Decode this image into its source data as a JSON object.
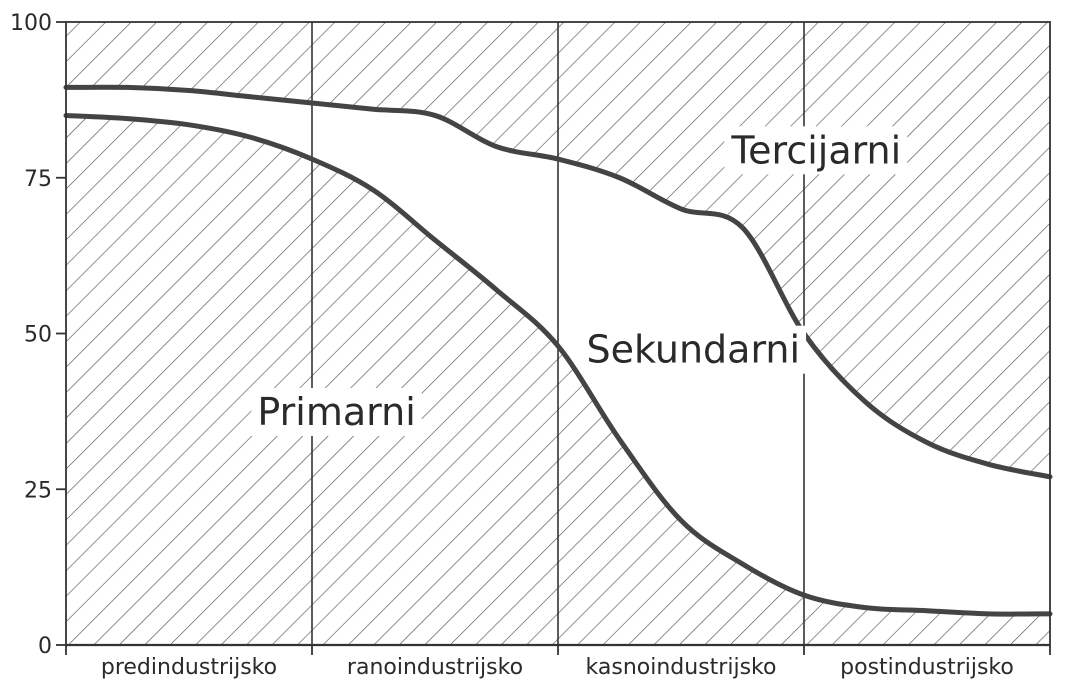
{
  "chart_data": {
    "type": "area",
    "title": "",
    "xlabel": "",
    "ylabel": "",
    "ylim": [
      0,
      100
    ],
    "yticks": [
      0,
      25,
      50,
      75,
      100
    ],
    "categories": [
      "predindustrijsko",
      "ranoindustrijsko",
      "kasnoindustrijsko",
      "postindustrijsko"
    ],
    "x": [
      0,
      0.25,
      0.5,
      0.75,
      1,
      1.25,
      1.5,
      1.75,
      2,
      2.25,
      2.5,
      2.75,
      3,
      3.25,
      3.5,
      3.75,
      4
    ],
    "series": [
      {
        "name": "Primarni",
        "values": [
          85,
          84.5,
          83.5,
          81.5,
          78,
          73,
          65,
          57,
          48,
          33,
          20,
          13,
          8,
          6,
          5.5,
          5,
          5
        ]
      },
      {
        "name": "Sekundarni",
        "values": [
          4.5,
          5,
          5.5,
          6.5,
          9,
          13,
          20,
          23,
          30,
          42,
          50,
          54,
          42,
          33,
          27,
          24,
          22
        ]
      },
      {
        "name": "Tercijarni",
        "values": [
          10.5,
          10.5,
          11,
          12,
          13,
          14,
          15,
          20,
          22,
          25,
          30,
          33,
          50,
          61,
          67.5,
          71,
          73
        ]
      }
    ],
    "area_labels": [
      {
        "series": "Primarni",
        "x": 1.1,
        "y": 37
      },
      {
        "series": "Sekundarni",
        "x": 2.55,
        "y": 47
      },
      {
        "series": "Tercijarni",
        "x": 3.05,
        "y": 79
      }
    ],
    "grid": false,
    "legend": "none",
    "colors": {
      "line": "#444444",
      "hatch": "#555555",
      "axis": "#333333"
    }
  }
}
